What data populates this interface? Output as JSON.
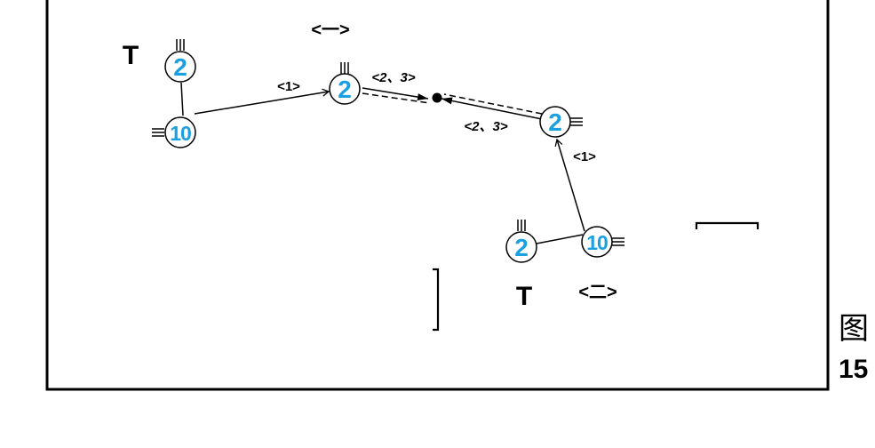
{
  "diagram": {
    "panel_one_label": "<一>",
    "panel_two_label": "<二>",
    "figure_char": "图",
    "figure_number": "15",
    "t_marks": [
      "T",
      "T"
    ],
    "nodes": [
      {
        "id": "n1",
        "value": "2",
        "ticks": "top"
      },
      {
        "id": "n2",
        "value": "10",
        "ticks": "left"
      },
      {
        "id": "n3",
        "value": "2",
        "ticks": "top"
      },
      {
        "id": "n4",
        "value": "2",
        "ticks": "right"
      },
      {
        "id": "n5",
        "value": "2",
        "ticks": "top"
      },
      {
        "id": "n6",
        "value": "10",
        "ticks": "right"
      }
    ],
    "edge_labels": {
      "e_n2_n3": "<1>",
      "e_n3_dot": "<2、3>",
      "e_n4_dot": "<2、3>",
      "e_n6_n4": "<1>"
    },
    "colors": {
      "node_number": "#1aa0e0",
      "ink": "#000000"
    }
  }
}
